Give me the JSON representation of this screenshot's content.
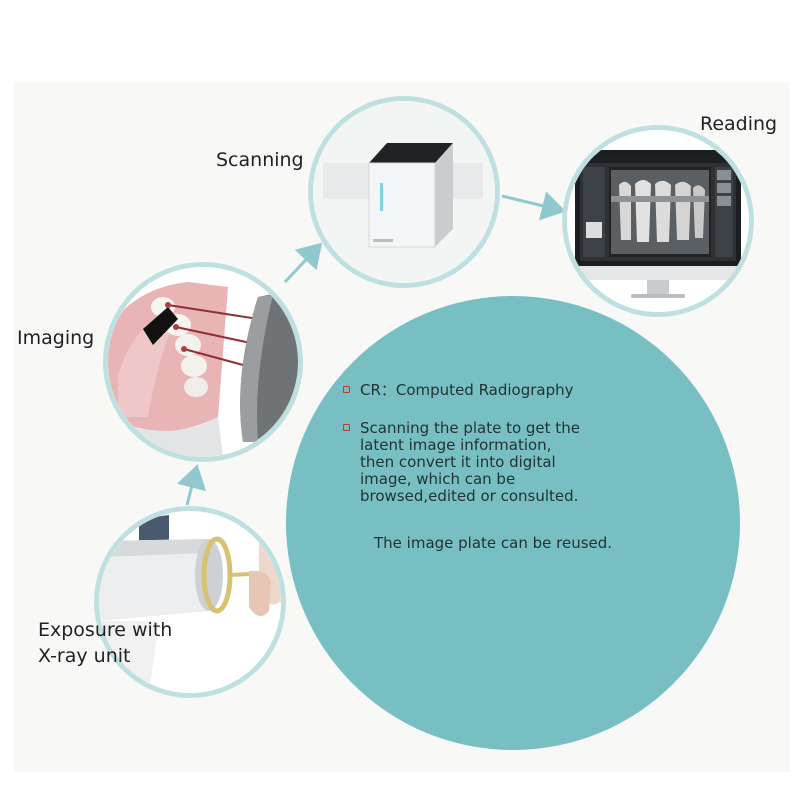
{
  "steps": {
    "scanning": "Scanning",
    "reading": "Reading",
    "imaging": "Imaging",
    "exposure": [
      "Exposure with",
      "X-ray unit"
    ]
  },
  "info": {
    "bullet1": "CR：Computed Radiography",
    "bullet2_lines": [
      "Scanning the plate to get the",
      "latent image information,",
      "then convert it into digital",
      "image, which can be",
      "browsed,edited or consulted."
    ],
    "note": "The image plate can be reused."
  },
  "colors": {
    "teal_circle": "#77bfc3",
    "ring": "#bfe0e1",
    "arrow": "#8fc9cf",
    "bullet": "#c0392b"
  },
  "icons": [
    "scanner-device-image",
    "monitor-xray-image",
    "teeth-model-image",
    "xray-tube-image"
  ]
}
